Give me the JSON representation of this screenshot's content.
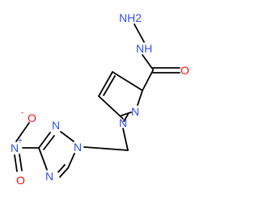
{
  "molecule": {
    "colors": {
      "carbon_bond": "#000000",
      "nitrogen": "#3050f8",
      "oxygen": "#ff0d0d"
    },
    "atoms": {
      "hydrazide_terminal_n": "NH2",
      "hydrazide_nh": "NH",
      "carbonyl_o": "O",
      "pyrazole_n2": "N",
      "pyrazole_n1": "N",
      "triazole_n1": "N",
      "triazole_n2": "N",
      "triazole_n4": "N",
      "nitro_n": "N",
      "nitro_n_charge": "+",
      "nitro_o_minus": "O",
      "nitro_o_minus_charge": "-",
      "nitro_o": "O"
    }
  }
}
